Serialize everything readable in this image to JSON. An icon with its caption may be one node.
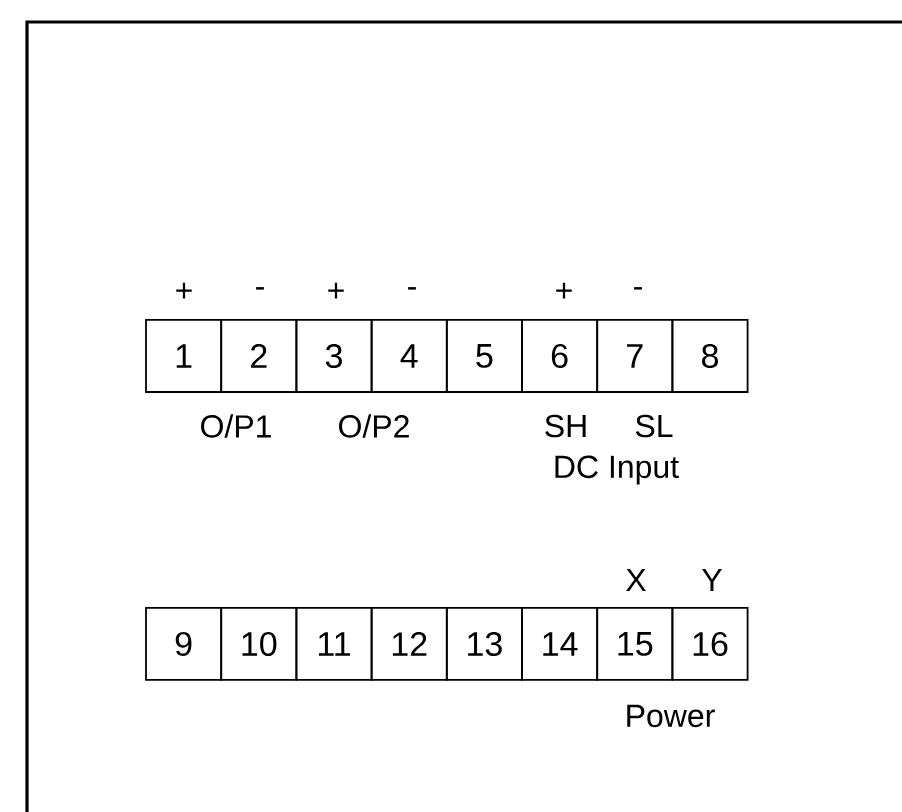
{
  "diagram": {
    "nodes": [
      {
        "text": [
          "1"
        ]
      },
      {
        "text": [
          "2"
        ]
      },
      {
        "text": [
          "3"
        ]
      },
      {
        "text": [
          "4"
        ]
      },
      {
        "text": [
          "5"
        ]
      },
      {
        "text": [
          "6"
        ]
      },
      {
        "text": [
          "7"
        ]
      },
      {
        "text": [
          "8"
        ]
      },
      {
        "text": [
          "9"
        ]
      },
      {
        "text": [
          "10"
        ]
      },
      {
        "text": [
          "11"
        ]
      },
      {
        "text": [
          "12"
        ]
      },
      {
        "text": [
          "13"
        ]
      },
      {
        "text": [
          "14"
        ]
      },
      {
        "text": [
          "15"
        ]
      },
      {
        "text": [
          "16"
        ]
      }
    ],
    "labels": [
      "+",
      "-",
      "+",
      "-",
      "+",
      "-",
      "O/P1",
      "O/P2",
      "SH",
      "SL",
      "DC Input",
      "X",
      "Y",
      "Power"
    ]
  }
}
